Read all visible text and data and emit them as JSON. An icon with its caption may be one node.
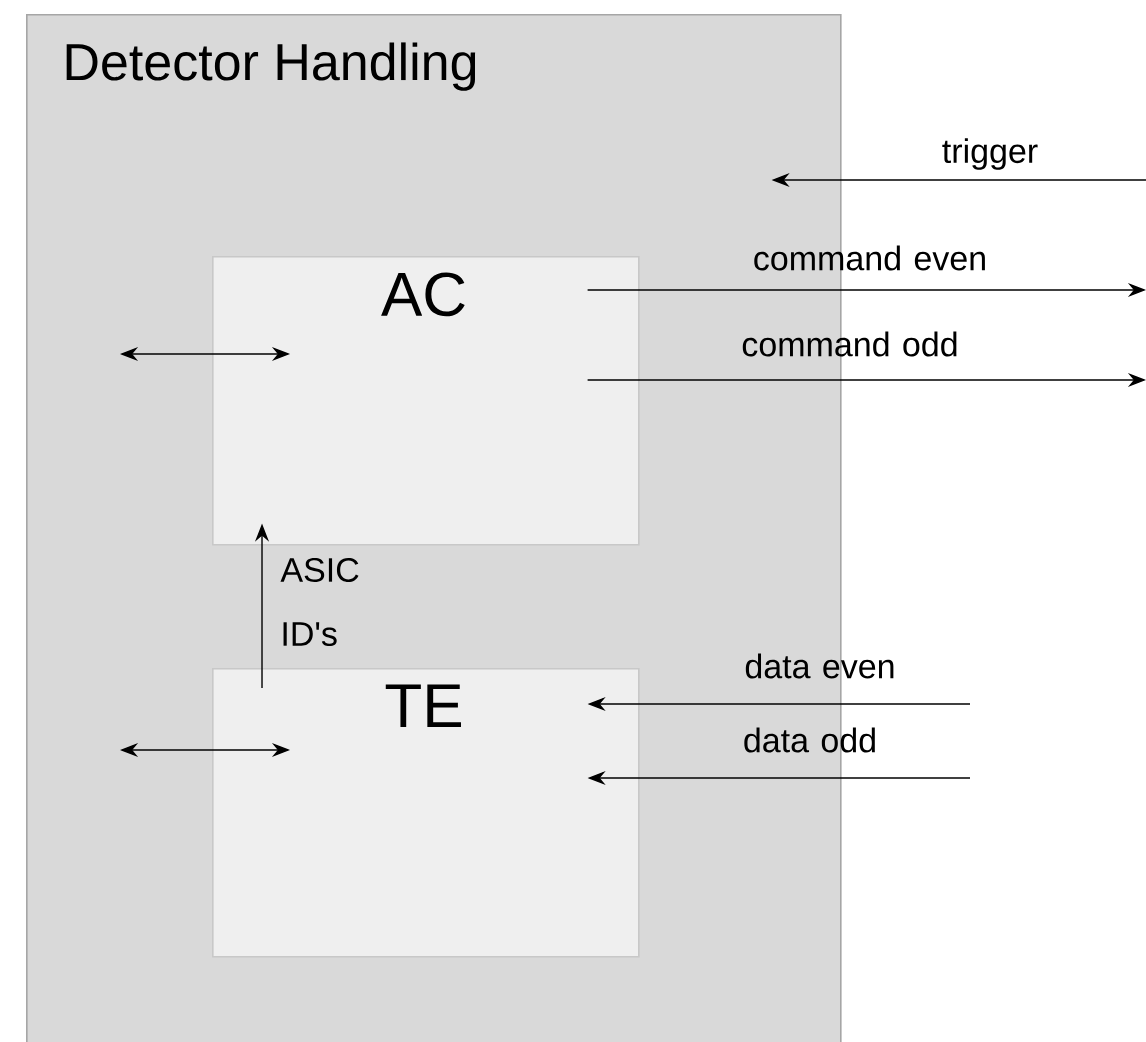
{
  "diagram": {
    "nodes": [
      {
        "text": [
          "Detector Handling"
        ]
      },
      {
        "text": [
          "AC"
        ],
        "in": 0
      },
      {
        "text": [
          "TE"
        ],
        "in": 0
      }
    ],
    "edges": [
      {
        "from": null,
        "to": 0,
        "arrow": "to",
        "label": "trigger"
      },
      {
        "from": 1,
        "to": null,
        "arrow": "to",
        "label": "command even"
      },
      {
        "from": 1,
        "to": null,
        "arrow": "to",
        "label": "command odd"
      },
      {
        "from": null,
        "to": 1,
        "arrow": "both"
      },
      {
        "from": 2,
        "to": 1,
        "arrow": "to",
        "label": "ASIC ID's"
      },
      {
        "from": null,
        "to": 2,
        "arrow": "to",
        "label": "data even"
      },
      {
        "from": null,
        "to": 2,
        "arrow": "to",
        "label": "data odd"
      },
      {
        "from": null,
        "to": 2,
        "arrow": "both"
      }
    ]
  }
}
